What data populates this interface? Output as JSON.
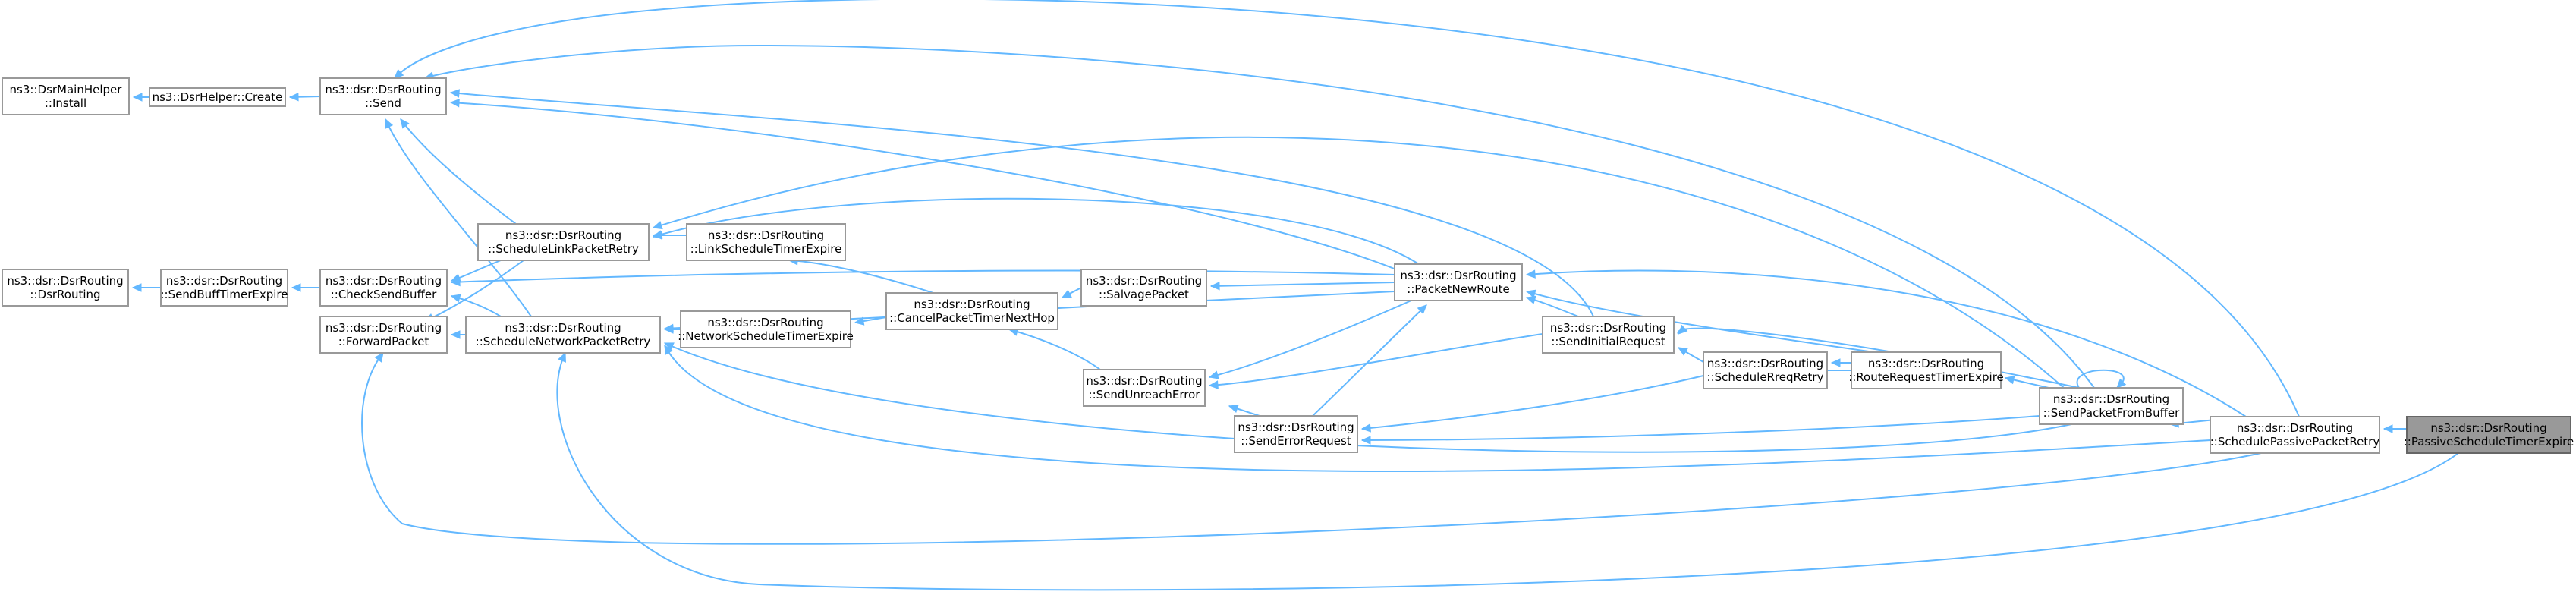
{
  "diagram": {
    "nodes": {
      "main_install": [
        "ns3::DsrMainHelper",
        "::Install"
      ],
      "helper_create": [
        "ns3::DsrHelper::Create"
      ],
      "send": [
        "ns3::dsr::DsrRouting",
        "::Send"
      ],
      "dsrrouting": [
        "ns3::dsr::DsrRouting",
        "::DsrRouting"
      ],
      "sendbuff": [
        "ns3::dsr::DsrRouting",
        "::SendBuffTimerExpire"
      ],
      "checksend": [
        "ns3::dsr::DsrRouting",
        "::CheckSendBuffer"
      ],
      "forward": [
        "ns3::dsr::DsrRouting",
        "::ForwardPacket"
      ],
      "schedlink": [
        "ns3::dsr::DsrRouting",
        "::ScheduleLinkPacketRetry"
      ],
      "schednet": [
        "ns3::dsr::DsrRouting",
        "::ScheduleNetworkPacketRetry"
      ],
      "linksched": [
        "ns3::dsr::DsrRouting",
        "::LinkScheduleTimerExpire"
      ],
      "netsched": [
        "ns3::dsr::DsrRouting",
        "::NetworkScheduleTimerExpire"
      ],
      "cancel": [
        "ns3::dsr::DsrRouting",
        "::CancelPacketTimerNextHop"
      ],
      "salvage": [
        "ns3::dsr::DsrRouting",
        "::SalvagePacket"
      ],
      "unreach": [
        "ns3::dsr::DsrRouting",
        "::SendUnreachError"
      ],
      "sendErr": [
        "ns3::dsr::DsrRouting",
        "::SendErrorRequest"
      ],
      "pnr": [
        "ns3::dsr::DsrRouting",
        "::PacketNewRoute"
      ],
      "initreq": [
        "ns3::dsr::DsrRouting",
        "::SendInitialRequest"
      ],
      "rreq": [
        "ns3::dsr::DsrRouting",
        "::ScheduleRreqRetry"
      ],
      "routereq": [
        "ns3::dsr::DsrRouting",
        "::RouteRequestTimerExpire"
      ],
      "fromBuffer": [
        "ns3::dsr::DsrRouting",
        "::SendPacketFromBuffer"
      ],
      "passive": [
        "ns3::dsr::DsrRouting",
        "::SchedulePassivePacketRetry"
      ],
      "passiveTimer": [
        "ns3::dsr::DsrRouting",
        "::PassiveScheduleTimerExpire"
      ]
    },
    "focus_node": "passiveTimer",
    "edges": [
      [
        "helper_create",
        "main_install"
      ],
      [
        "send",
        "helper_create"
      ],
      [
        "sendbuff",
        "dsrrouting"
      ],
      [
        "checksend",
        "sendbuff"
      ],
      [
        "schedlink",
        "send"
      ],
      [
        "schedlink",
        "checksend"
      ],
      [
        "schedlink",
        "forward"
      ],
      [
        "schednet",
        "send"
      ],
      [
        "schednet",
        "checksend"
      ],
      [
        "schednet",
        "forward"
      ],
      [
        "linksched",
        "schedlink"
      ],
      [
        "netsched",
        "schednet"
      ],
      [
        "cancel",
        "linksched"
      ],
      [
        "cancel",
        "netsched"
      ],
      [
        "cancel",
        "cancel"
      ],
      [
        "salvage",
        "cancel"
      ],
      [
        "unreach",
        "cancel"
      ],
      [
        "pnr",
        "send"
      ],
      [
        "pnr",
        "schedlink"
      ],
      [
        "pnr",
        "checksend"
      ],
      [
        "pnr",
        "schednet"
      ],
      [
        "pnr",
        "salvage"
      ],
      [
        "pnr",
        "unreach"
      ],
      [
        "pnr",
        "pnr"
      ],
      [
        "sendErr",
        "unreach"
      ],
      [
        "sendErr",
        "pnr"
      ],
      [
        "initreq",
        "pnr"
      ],
      [
        "initreq",
        "unreach"
      ],
      [
        "initreq",
        "send"
      ],
      [
        "rreq",
        "initreq"
      ],
      [
        "rreq",
        "sendErr"
      ],
      [
        "rreq",
        "routereq"
      ],
      [
        "routereq",
        "pnr"
      ],
      [
        "routereq",
        "rreq"
      ],
      [
        "fromBuffer",
        "routereq"
      ],
      [
        "fromBuffer",
        "sendErr"
      ],
      [
        "fromBuffer",
        "schednet"
      ],
      [
        "fromBuffer",
        "send"
      ],
      [
        "fromBuffer",
        "initreq"
      ],
      [
        "fromBuffer",
        "schedlink"
      ],
      [
        "fromBuffer",
        "fromBuffer"
      ],
      [
        "passive",
        "fromBuffer"
      ],
      [
        "passive",
        "send"
      ],
      [
        "passive",
        "pnr"
      ],
      [
        "passive",
        "forward"
      ],
      [
        "passive",
        "schednet"
      ],
      [
        "passiveTimer",
        "passive"
      ],
      [
        "passiveTimer",
        "schednet"
      ]
    ],
    "colors": {
      "edge": "#63b8ff",
      "node_border": "#999999",
      "focus_fill": "#999999",
      "text": "#000000"
    }
  }
}
